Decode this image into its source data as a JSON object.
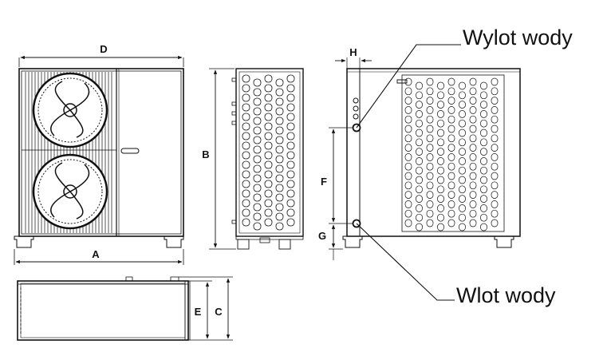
{
  "dimensions": {
    "A": "A",
    "B": "B",
    "C": "C",
    "D": "D",
    "E": "E",
    "F": "F",
    "G": "G",
    "H": "H"
  },
  "callouts": {
    "water_outlet": "Wylot wody",
    "water_inlet": "Wlot wody"
  },
  "colors": {
    "line": "#111111",
    "fan_fill": "#2a2a2a",
    "background": "#ffffff"
  }
}
